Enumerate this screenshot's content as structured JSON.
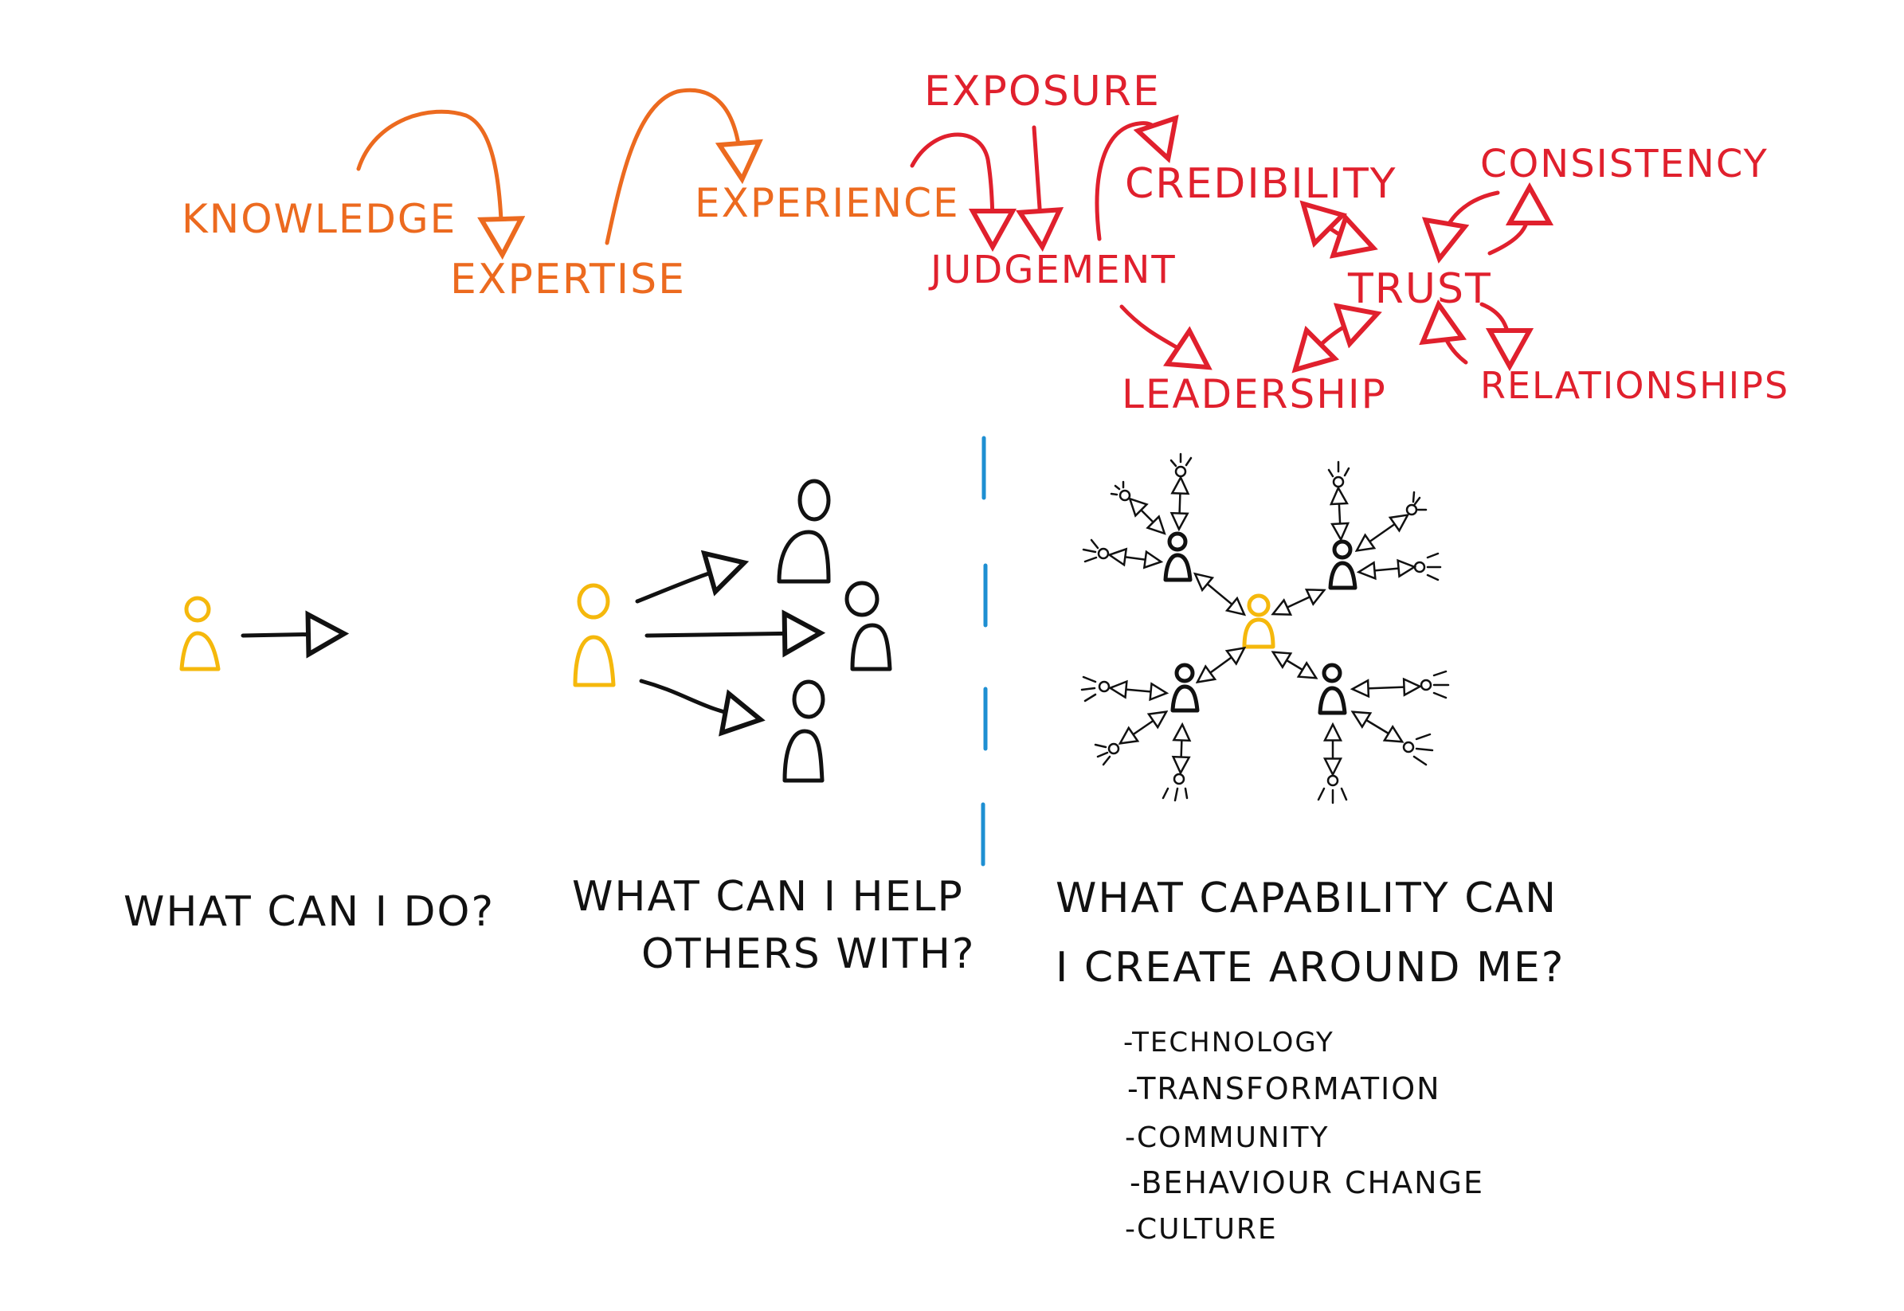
{
  "colors": {
    "orange": "#ec6a1f",
    "red": "#e0202d",
    "black": "#111111",
    "yellow": "#f5b80c",
    "blue": "#1e8fd2"
  },
  "flow": {
    "knowledge": "KNOWLEDGE",
    "expertise": "EXPERTISE",
    "experience": "EXPERIENCE",
    "exposure": "EXPOSURE",
    "judgement": "JUDGEMENT",
    "credibility": "CREDIBILITY",
    "trust": "TRUST",
    "consistency": "CONSISTENCY",
    "leadership": "LEADERSHIP",
    "relationships": "RELATIONSHIPS"
  },
  "questions": {
    "q1": "WHAT CAN I DO?",
    "q2_line1": "WHAT CAN I HELP",
    "q2_line2": "OTHERS WITH?",
    "q3_line1": "WHAT CAPABILITY CAN",
    "q3_line2": "I CREATE AROUND ME?"
  },
  "capabilities": [
    "-TECHNOLOGY",
    "-TRANSFORMATION",
    "-COMMUNITY",
    "-BEHAVIOUR CHANGE",
    "-CULTURE"
  ],
  "icons": {
    "self": "person-icon",
    "others": "person-icon",
    "arrow": "arrow-icon"
  }
}
